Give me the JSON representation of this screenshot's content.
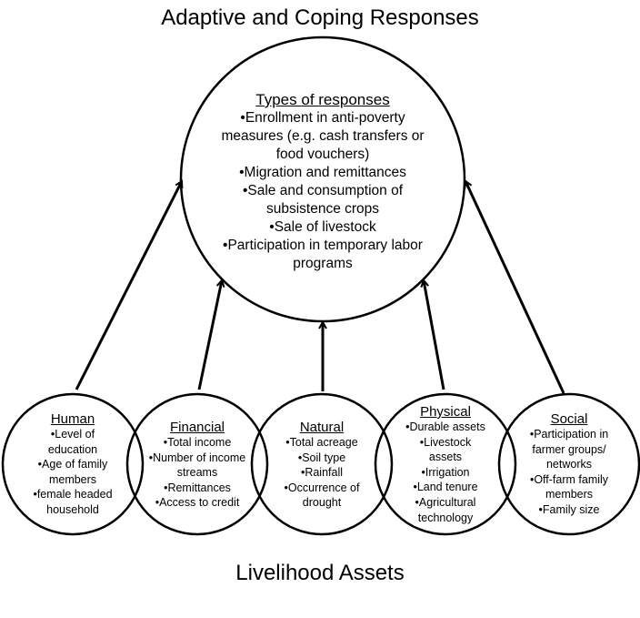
{
  "title_top": "Adaptive and Coping Responses",
  "title_bottom": "Livelihood Assets",
  "responses": {
    "heading": "Types of responses",
    "items": [
      "•Enrollment in anti-poverty measures (e.g. cash transfers or food vouchers)",
      "•Migration and remittances",
      "•Sale and consumption of subsistence crops",
      "•Sale of livestock",
      "•Participation in temporary labor programs"
    ]
  },
  "assets": [
    {
      "heading": "Human",
      "items": [
        "•Level of education",
        "•Age of family members",
        "•female headed household"
      ]
    },
    {
      "heading": "Financial",
      "items": [
        "•Total income",
        "•Number of income streams",
        "•Remittances",
        "•Access to credit"
      ]
    },
    {
      "heading": "Natural",
      "items": [
        "•Total acreage",
        "•Soil type",
        "•Rainfall",
        "•Occurrence of drought"
      ]
    },
    {
      "heading": "Physical",
      "items": [
        "•Durable assets",
        "•Livestock assets",
        "•Irrigation",
        "•Land tenure",
        "•Agricultural technology"
      ]
    },
    {
      "heading": "Social",
      "items": [
        "•Participation in farmer groups/ networks",
        "•Off-farm family members",
        "•Family size"
      ]
    }
  ],
  "colors": {
    "stroke": "#000000",
    "background": "#ffffff"
  }
}
